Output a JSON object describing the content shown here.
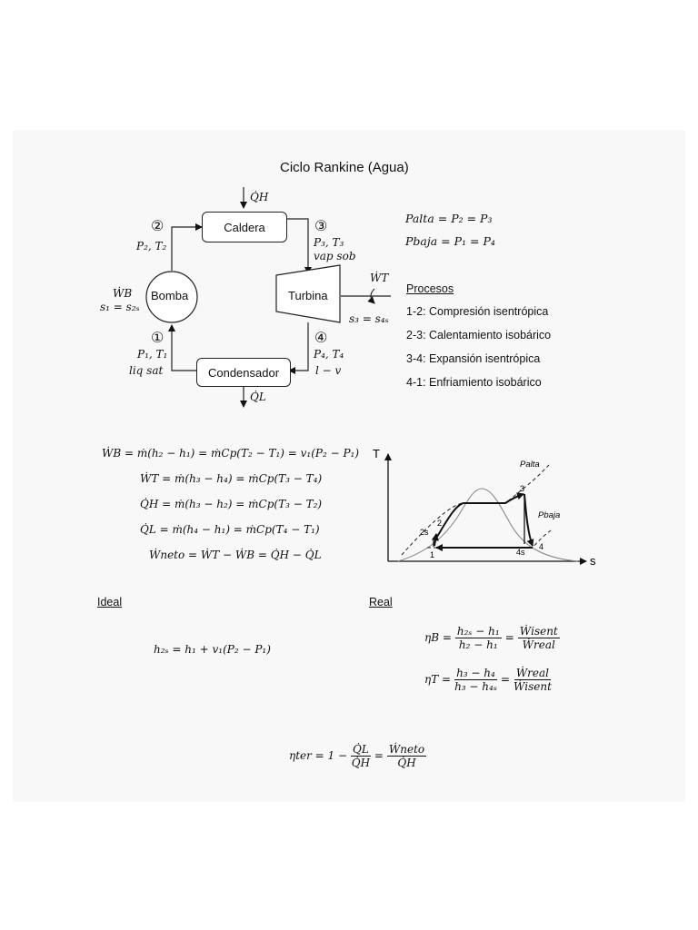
{
  "title": "Ciclo Rankine (Agua)",
  "components": {
    "caldera": "Caldera",
    "bomba": "Bomba",
    "turbina": "Turbina",
    "condensador": "Condensador"
  },
  "states": [
    {
      "num": "①",
      "props": "P₁, T₁",
      "phase": "liq sat"
    },
    {
      "num": "②",
      "props": "P₂, T₂",
      "phase": ""
    },
    {
      "num": "③",
      "props": "P₃, T₃",
      "phase": "vap sob"
    },
    {
      "num": "④",
      "props": "P₄, T₄",
      "phase": "l − v"
    }
  ],
  "flows": {
    "QH": "Q̇H",
    "QL": "Q̇L",
    "WB": "ẆB",
    "WT": "ẆT",
    "s1": "s₁ = s₂ₛ",
    "s3": "s₃ = s₄ₛ"
  },
  "pressures": {
    "alta": "Palta = P₂ = P₃",
    "baja": "Pbaja = P₁ = P₄"
  },
  "procesos": {
    "heading": "Procesos",
    "items": [
      "1-2: Compresión isentrópica",
      "2-3: Calentamiento isobárico",
      "3-4: Expansión isentrópica",
      "4-1: Enfriamiento isobárico"
    ]
  },
  "equations": [
    "ẆB = ṁ(h₂ − h₁) = ṁCp(T₂ − T₁) = v₁(P₂ − P₁)",
    "ẆT = ṁ(h₃ − h₄) = ṁCp(T₃ − T₄)",
    "Q̇H = ṁ(h₃ − h₂) = ṁCp(T₃ − T₂)",
    "Q̇L = ṁ(h₄ − h₁) = ṁCp(T₄ − T₁)",
    "Ẇneto = ẆT − ẆB = Q̇H − Q̇L"
  ],
  "ts_diagram": {
    "axis_t": "T",
    "axis_s": "s",
    "palta": "Palta",
    "pbaja": "Pbaja",
    "points": [
      "1",
      "2",
      "2s",
      "3",
      "4",
      "4s"
    ]
  },
  "ideal": {
    "heading": "Ideal",
    "eq": "h₂ₛ = h₁ + v₁(P₂ − P₁)"
  },
  "real": {
    "heading": "Real",
    "etaB": {
      "lhs": "ηB =",
      "n1": "h₂ₛ − h₁",
      "d1": "h₂ − h₁",
      "n2": "Ẇisent",
      "d2": "Ẇreal"
    },
    "etaT": {
      "lhs": "ηT =",
      "n1": "h₃ − h₄",
      "d1": "h₃ − h₄ₛ",
      "n2": "Ẇreal",
      "d2": "Ẇisent"
    }
  },
  "eta_ter": {
    "lhs": "ηter = 1 −",
    "n1": "Q̇L",
    "d1": "Q̇H",
    "n2": "Ẇneto",
    "d2": "Q̇H"
  }
}
